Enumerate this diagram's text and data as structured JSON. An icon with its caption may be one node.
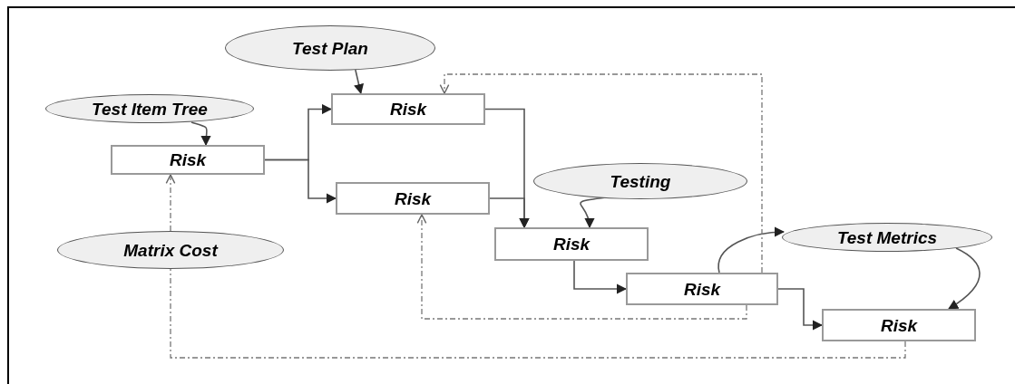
{
  "diagram": {
    "nodes": [
      {
        "text": [
          "Test Plan"
        ]
      },
      {
        "text": [
          "Test Item Tree"
        ]
      },
      {
        "text": [
          "Risk"
        ]
      },
      {
        "text": [
          "Risk"
        ]
      },
      {
        "text": [
          "Risk"
        ]
      },
      {
        "text": [
          "Testing"
        ]
      },
      {
        "text": [
          "Matrix Cost"
        ]
      },
      {
        "text": [
          "Risk"
        ]
      },
      {
        "text": [
          "Test Metrics"
        ]
      },
      {
        "text": [
          "Risk"
        ]
      },
      {
        "text": [
          "Risk"
        ]
      }
    ],
    "edges": [
      {
        "from": 0,
        "to": 3,
        "arrow": "to"
      },
      {
        "from": 1,
        "to": 2,
        "arrow": "to"
      },
      {
        "from": 2,
        "to": 3,
        "arrow": "to"
      },
      {
        "from": 2,
        "to": 4,
        "arrow": "to"
      },
      {
        "from": 3,
        "to": 7,
        "arrow": "to"
      },
      {
        "from": 4,
        "to": 7,
        "arrow": "to"
      },
      {
        "from": 6,
        "to": 2,
        "arrow": "to",
        "style": "dashed"
      },
      {
        "from": 5,
        "to": 7,
        "arrow": "to"
      },
      {
        "from": 7,
        "to": 9,
        "arrow": "to"
      },
      {
        "from": 9,
        "to": 8,
        "arrow": "to"
      },
      {
        "from": 8,
        "to": 10,
        "arrow": "to"
      },
      {
        "from": 9,
        "to": 10,
        "arrow": "to"
      },
      {
        "from": 9,
        "to": 3,
        "arrow": "to",
        "style": "dashed"
      },
      {
        "from": 9,
        "to": 4,
        "arrow": "to",
        "style": "dashed"
      },
      {
        "from": 10,
        "to": 6,
        "arrow": "none",
        "style": "dashed"
      }
    ]
  }
}
